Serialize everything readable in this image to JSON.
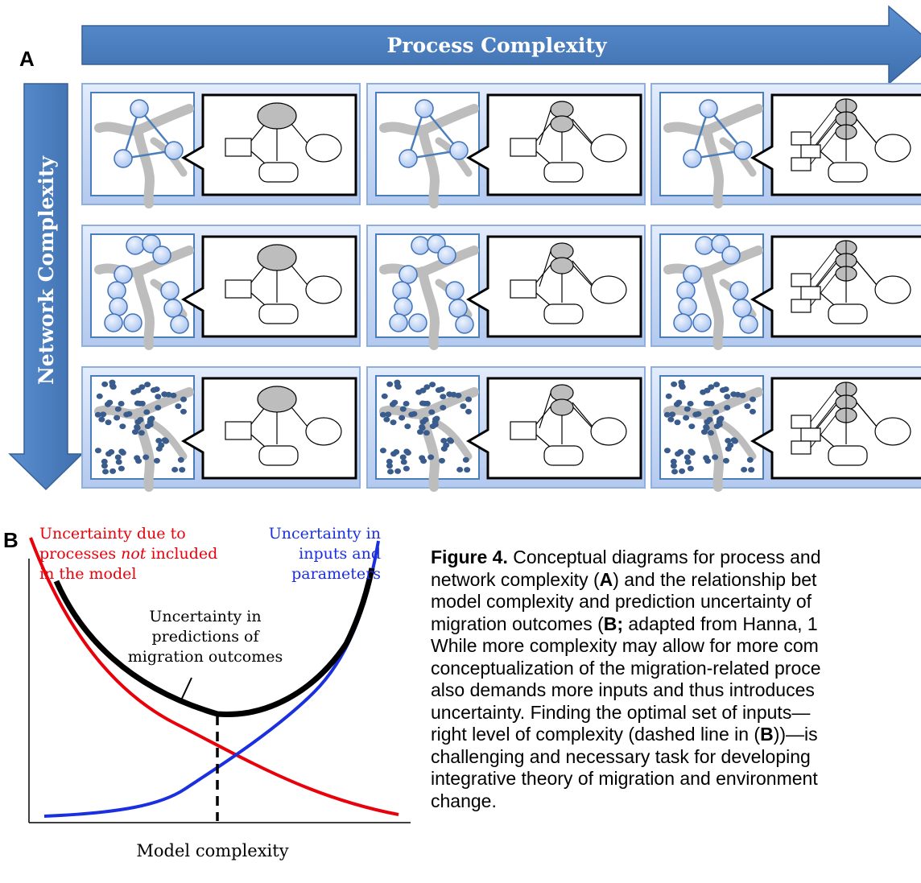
{
  "panel_a": {
    "letter": "A",
    "process_arrow_label": "Process Complexity",
    "network_arrow_label": "Network Complexity",
    "rows": [
      "few-nodes",
      "more-nodes",
      "many-agents"
    ],
    "columns": [
      "one-process",
      "two-processes",
      "three-processes"
    ]
  },
  "panel_b": {
    "letter": "B",
    "red_label": [
      "Uncertainty due to",
      "processes ",
      "not",
      " included",
      "in the model"
    ],
    "blue_label": [
      "Uncertainty in",
      "inputs and",
      "parameters"
    ],
    "black_label": [
      "Uncertainty in",
      "predictions of",
      "migration outcomes"
    ],
    "xlabel": "Model complexity",
    "colors": {
      "red": "#e8000b",
      "blue": "#1a2fe0",
      "black": "#000000"
    }
  },
  "caption": {
    "lines": [
      "Conceptual diagrams for process and",
      "network complexity (",
      "model complexity and prediction uncertainty of",
      "migration outcomes (",
      "While more complexity may allow for more com",
      "conceptualization of the migration-related proce",
      "also demands more inputs and thus introduces",
      "uncertainty.  Finding the optimal set of inputs—",
      "right level of complexity (dashed line in (",
      "challenging and necessary task for developing",
      "integrative theory of migration and environment",
      "change."
    ],
    "figure_label": "Figure 4.",
    "ref_a": "A",
    "ref_a_tail": ") and the relationship bet",
    "ref_b": "B;",
    "ref_b_tail": " adapted from Hanna, 1",
    "ref_b2": "B",
    "ref_b2_tail": "))—is"
  },
  "colors": {
    "arrow_fill": "#4a7ebb",
    "arrow_stroke": "#35609a",
    "cell_bg": "#c6d8f4",
    "node_fill": "#c9daf8",
    "node_stroke": "#3f72b8",
    "dot_fill": "#3a5c8c",
    "river": "#bdbdbd",
    "gray_ellipse": "#bdbdbd"
  }
}
